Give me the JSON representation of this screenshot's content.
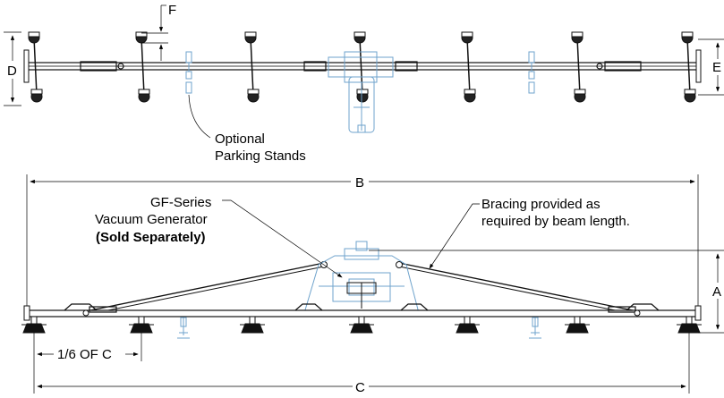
{
  "top_view": {
    "dim_f": "F",
    "dim_d": "D",
    "dim_e": "E",
    "callout_parking": [
      "Optional",
      "Parking Stands"
    ]
  },
  "side_view": {
    "dim_b": "B",
    "dim_a": "A",
    "dim_c": "C",
    "dim_sixth": "1/6 OF C",
    "callout_generator": [
      "GF-Series",
      "Vacuum Generator"
    ],
    "callout_generator_note": "(Sold Separately)",
    "callout_bracing": [
      "Bracing provided as",
      "required by beam length."
    ]
  },
  "colors": {
    "line": "#111111",
    "optional_parts": "#6fa3cc"
  }
}
